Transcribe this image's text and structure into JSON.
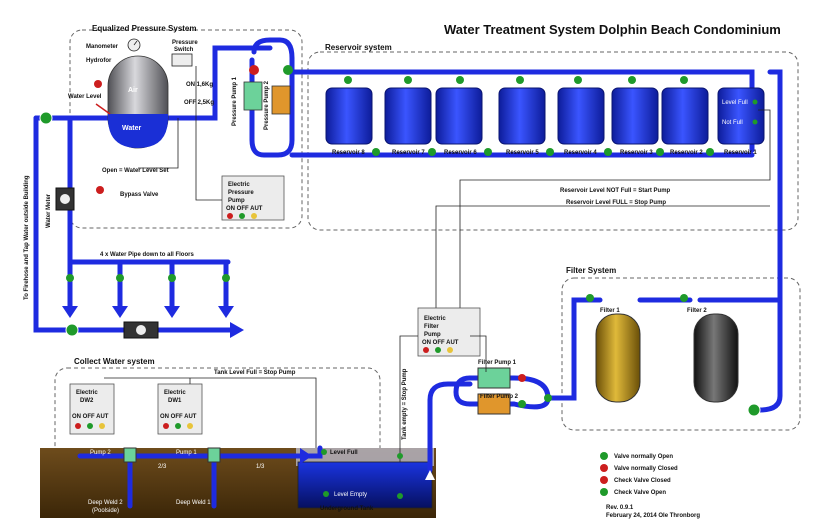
{
  "title": "Water Treatment System Dolphin Beach Condominium",
  "sections": {
    "pressure": "Equalized Pressure System",
    "reservoir": "Reservoir system",
    "filter": "Filter System",
    "collect": "Collect Water system"
  },
  "pressure": {
    "manometer": "Manometer",
    "hydrofor": "Hydrofor",
    "pressure_switch_1": "Pressure",
    "pressure_switch_2": "Switch",
    "on_label": "ON 1,6Kg",
    "off_label": "OFF 2,5Kg",
    "air": "Air",
    "water": "Water",
    "water_level": "Water Level",
    "open_note": "Open = Water Level Set",
    "bypass": "Bypass Valve",
    "pump1": "Pressure Pump 1",
    "pump2": "Pressure Pump 2"
  },
  "control_boxes": {
    "pressure": {
      "line1": "Electric",
      "line2": "Pressure",
      "line3": "Pump",
      "modes": "ON OFF AUT"
    },
    "filter": {
      "line1": "Electric",
      "line2": "Filter",
      "line3": "Pump",
      "modes": "ON OFF AUT"
    },
    "dw2": {
      "line1": "Electric",
      "line2": "DW2",
      "modes": "ON OFF AUT"
    },
    "dw1": {
      "line1": "Electric",
      "line2": "DW1",
      "modes": "ON OFF AUT"
    }
  },
  "reservoirs": [
    "Reservoir 8",
    "Reservoir 7",
    "Reservoir 6",
    "Reservoir 5",
    "Reservoir 4",
    "Reservoir 3",
    "Reservoir 2",
    "Reservoir 1"
  ],
  "reservoir_sensors": {
    "full": "Level Full",
    "not_full": "Not Full"
  },
  "reservoir_notes": {
    "start": "Reservoir Level NOT Full = Start Pump",
    "stop": "Reservoir Level FULL = Stop Pump"
  },
  "distribution": {
    "floors": "4 x Water Pipe down to all Floors",
    "firehose": "To Firehose and Tap Water outside Building",
    "meter": "Water Meter"
  },
  "filters": {
    "filter1": "Filter 1",
    "filter2": "Filter 2",
    "pump1": "Filter Pump 1",
    "pump2": "Filter Pump 2"
  },
  "collect": {
    "tank_full_note": "Tank Level Full = Stop Pump",
    "tank_empty_note": "Tank empty = Stop Pump",
    "pump2": "Pump 2",
    "pump1": "Pump 1",
    "ratio_2_3": "2/3",
    "ratio_1_3": "1/3",
    "level_full": "Level Full",
    "level_empty": "Level Empty",
    "tank": "Underground Tank",
    "well2_1": "Deep Weld 2",
    "well2_2": "(Poolside)",
    "well1": "Deep Weld 1"
  },
  "legend": [
    {
      "label": "Valve normally Open",
      "color": "#1f9a2a"
    },
    {
      "label": "Valve normally Closed",
      "color": "#cc1e1e"
    },
    {
      "label": "Check Valve Closed",
      "color": "#cc1e1e"
    },
    {
      "label": "Check Valve Open",
      "color": "#1f9a2a"
    }
  ],
  "revision": {
    "rev": "Rev. 0.9.1",
    "date": "February 24, 2014 Ole Thronborg"
  },
  "colors": {
    "pipe": "#1e2be0",
    "reservoir": "#1a2fd6",
    "valve_open": "#1f9a2a",
    "valve_closed": "#cc1e1e"
  }
}
